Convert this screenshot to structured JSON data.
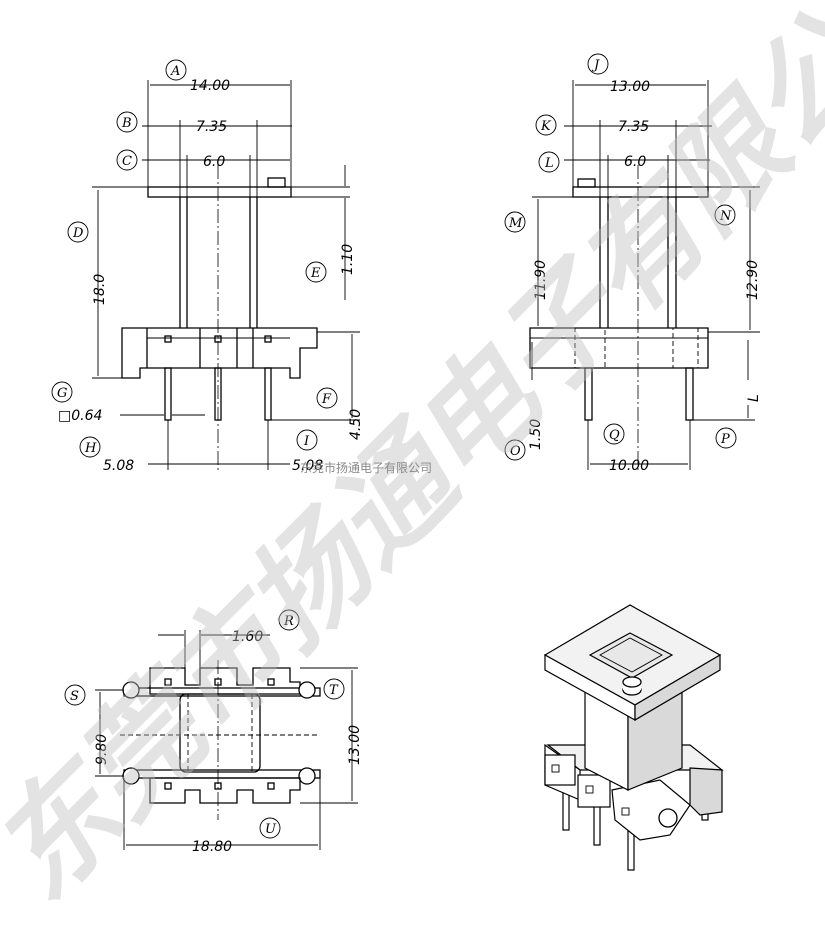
{
  "dimensions": {
    "A": "14.00",
    "B": "7.35",
    "C": "6.0",
    "D": "18.0",
    "E": "1.10",
    "F": "4.50",
    "G": "□0.64",
    "H": "5.08",
    "I": "5.08",
    "J": "13.00",
    "K": "7.35",
    "L": "6.0",
    "M": "11.90",
    "N": "12.90",
    "O": "1.50",
    "Q": "10.00",
    "P_L": "L",
    "R": "1.60",
    "S": "9.80",
    "T": "13.00",
    "U": "18.80"
  },
  "labels": [
    "A",
    "B",
    "C",
    "D",
    "E",
    "F",
    "G",
    "H",
    "I",
    "J",
    "K",
    "L",
    "M",
    "N",
    "O",
    "P",
    "Q",
    "R",
    "S",
    "T",
    "U"
  ],
  "watermark": {
    "main": "东莞市扬通电子有限公司",
    "small": "东莞市扬通电子有限公司"
  }
}
